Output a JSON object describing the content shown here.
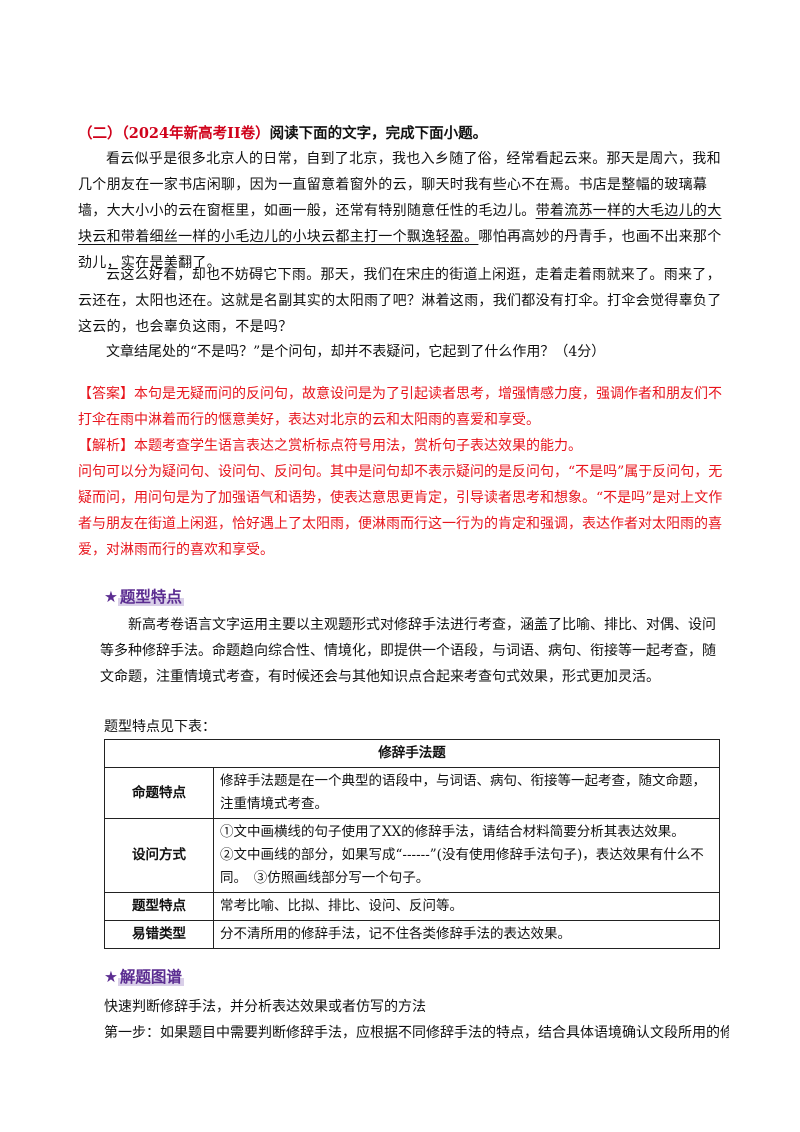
{
  "question": {
    "label_red": "（二）（2024年新高考II卷）",
    "label_rest": "阅读下面的文字，完成下面小题。",
    "para1_a": "看云似乎是很多北京人的日常，自到了北京，我也入乡随了俗，经常看起云来。那天是周六，我和几个朋友在一家书店闲聊，因为一直留意着窗外的云，聊天时我有些心不在焉。书店是整幅的玻璃幕墙，大大小小的云在窗框里，如画一般，还常有特别随意任性的毛边儿。",
    "para1_underlined": "带着流苏一样的大毛边儿的大块云和带着细丝一样的小毛边儿的小块云都主打一个飘逸轻盈。",
    "para1_b": "哪怕再高妙的丹青手，也画不出来那个劲儿，实在是美翻了。",
    "para2": "云这么好看，却也不妨碍它下雨。那天，我们在宋庄的街道上闲逛，走着走着雨就来了。雨来了，云还在，太阳也还在。这就是名副其实的太阳雨了吧？淋着这雨，我们都没有打伞。打伞会觉得辜负了这云的，也会辜负这雨，不是吗？",
    "prompt": "文章结尾处的“不是吗？”是个问句，却并不表疑问，它起到了什么作用？（4分）"
  },
  "answer": {
    "answer_label": "【答案】",
    "answer_text": "本句是无疑而问的反问句，故意设问是为了引起读者思考，增强情感力度，强调作者和朋友们不打伞在雨中淋着而行的惬意美好，表达对北京的云和太阳雨的喜爱和享受。",
    "analysis_label": "【解析】",
    "analysis_line1": "本题考查学生语言表达之赏析标点符号用法，赏析句子表达效果的能力。",
    "analysis_rest": "问句可以分为疑问句、设问句、反问句。其中是问句却不表示疑问的是反问句，“不是吗”属于反问句，无疑而问，用问句是为了加强语气和语势，使表达意思更肯定，引导读者思考和想象。“不是吗”是对上文作者与朋友在街道上闲逛，恰好遇上了太阳雨，便淋雨而行这一行为的肯定和强调，表达作者对太阳雨的喜爱，对淋雨而行的喜欢和享受。"
  },
  "section1": {
    "star": "★",
    "title": "题型特点",
    "body": "新高考卷语言文字运用主要以主观题形式对修辞手法进行考查，涵盖了比喻、排比、对偶、设问等多种修辞手法。命题趋向综合性、情境化，即提供一个语段，与词语、病句、衔接等一起考查，随文命题，注重情境式考查，有时候还会与其他知识点合起来考查句式效果，形式更加灵活。",
    "table_intro": "题型特点见下表："
  },
  "table": {
    "header": "修辞手法题",
    "rows": [
      {
        "label": "命题特点",
        "text": "修辞手法题是在一个典型的语段中，与词语、病句、衔接等一起考查，随文命题，注重情境式考查。"
      },
      {
        "label": "设问方式",
        "line1": "①文中画横线的句子使用了XX的修辞手法，请结合材料简要分析其表达效果。",
        "line2": "②文中画线的部分，如果写成“------”(没有使用修辞手法句子)，表达效果有什么不同。　③仿照画线部分写一个句子。"
      },
      {
        "label": "题型特点",
        "text": "常考比喻、比拟、排比、设问、反问等。"
      },
      {
        "label": "易错类型",
        "text": "分不清所用的修辞手法，记不住各类修辞手法的表达效果。"
      }
    ]
  },
  "section2": {
    "star": "★",
    "title": "解题图谱",
    "line1": "快速判断修辞手法，并分析表达效果或者仿写的方法",
    "line2": "第一步：如果题目中需要判断修辞手法，应根据不同修辞手法的特点，结合具体语境确认文段所用的修"
  }
}
